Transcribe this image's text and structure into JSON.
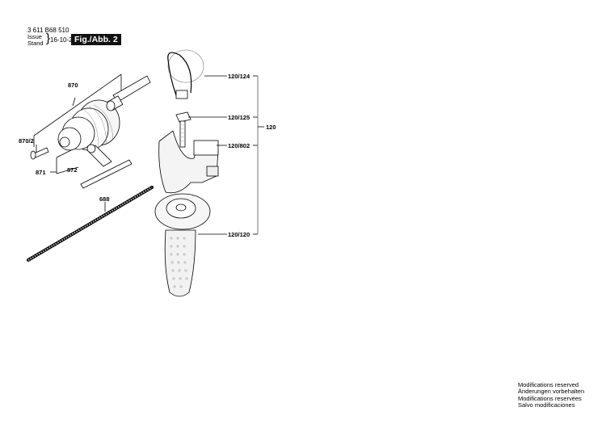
{
  "header": {
    "document_number": "3 611 B68 510",
    "issue_label": "Issue",
    "stand_label": "Stand",
    "brace": "}",
    "date": "16-10-26",
    "figure_label": "Fig./Abb. 2"
  },
  "parts": {
    "p870": "870",
    "p870_2": "870/2",
    "p871": "871",
    "p872": "872",
    "p688": "688",
    "p120_124": "120/124",
    "p120_125": "120/125",
    "p120_802": "120/802",
    "p120_120": "120/120",
    "p120": "120"
  },
  "footer": {
    "lines": [
      "Modifications reserved",
      "Änderungen vorbehalten",
      "Modifications reservées",
      "Salvo modificaciones"
    ]
  },
  "colors": {
    "ink": "#000000",
    "line_gray": "#555555",
    "fill_light": "#f2f2f2",
    "badge_bg": "#111111"
  }
}
